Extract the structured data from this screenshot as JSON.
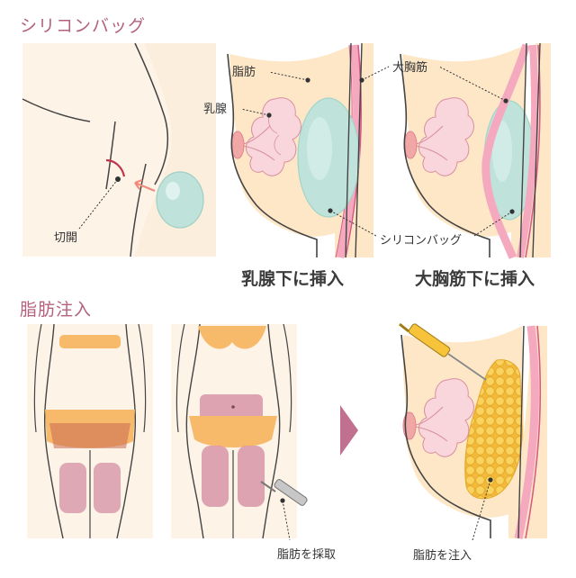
{
  "sections": {
    "silicone": {
      "heading": "シリコンバッグ",
      "labels": {
        "incision": "切開",
        "fat": "脂肪",
        "mammary": "乳腺",
        "pectoralis": "大胸筋",
        "implant": "シリコンバッグ"
      },
      "captions": {
        "subglandular": "乳腺下に挿入",
        "submuscular": "大胸筋下に挿入"
      }
    },
    "fat_injection": {
      "heading": "脂肪注入",
      "labels": {
        "harvest": "脂肪を採取",
        "inject": "脂肪を注入"
      }
    }
  },
  "colors": {
    "heading": "#b5617d",
    "skin_fill": "#fde7c7",
    "muscle": "#f4a9bf",
    "muscle_line": "#d85b86",
    "implant": "#bfe3db",
    "gland": "#f8d6dc",
    "fat_globule": "#f7c949",
    "underwear": "#f7ba6a",
    "harvest_zone": "#d99aab",
    "arrow": "#c27090",
    "outline": "#444444"
  }
}
